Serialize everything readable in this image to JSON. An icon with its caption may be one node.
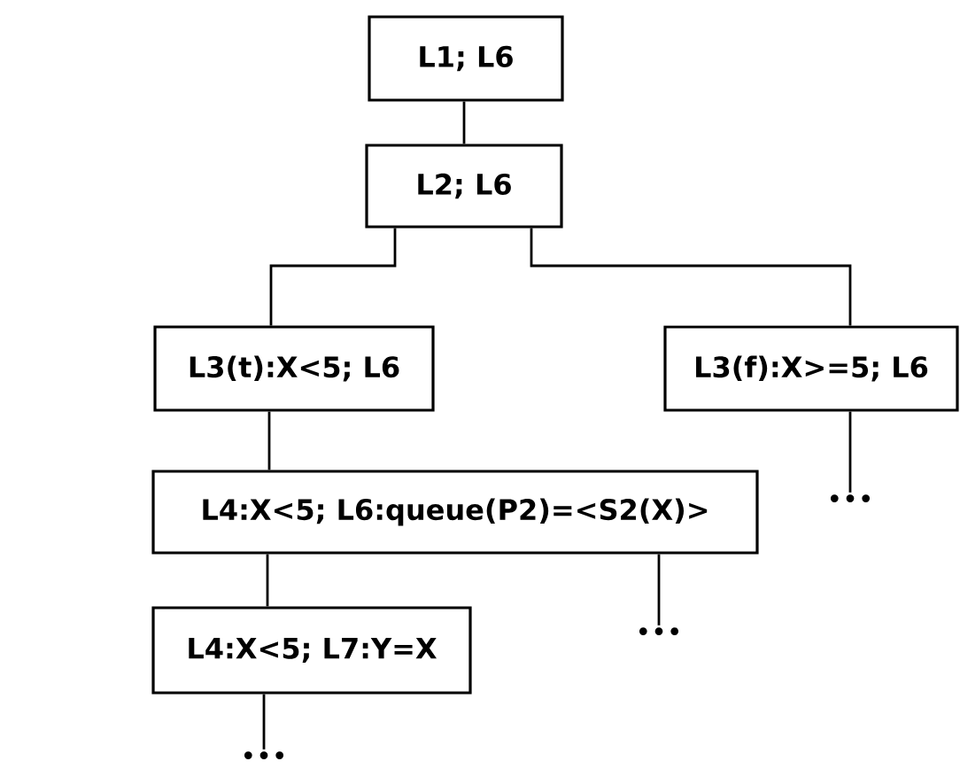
{
  "diagram": {
    "nodes": [
      {
        "text": [
          "L1; L6"
        ]
      },
      {
        "text": [
          "L2; L6"
        ]
      },
      {
        "text": [
          "L3(t):X<5; L6"
        ]
      },
      {
        "text": [
          "L3(f):X>=5; L6"
        ]
      },
      {
        "text": [
          "L4:X<5; L6:queue(P2)=<S2(X)>"
        ]
      },
      {
        "text": [
          "L4:X<5; L7:Y=X"
        ]
      },
      {
        "text": [
          "•••"
        ]
      },
      {
        "text": [
          "•••"
        ]
      },
      {
        "text": [
          "•••"
        ]
      }
    ],
    "edges": [
      {
        "from": 0,
        "to": 1,
        "arrow": "none"
      },
      {
        "from": 1,
        "to": 2,
        "arrow": "none"
      },
      {
        "from": 1,
        "to": 3,
        "arrow": "none"
      },
      {
        "from": 2,
        "to": 4,
        "arrow": "none"
      },
      {
        "from": 4,
        "to": 5,
        "arrow": "none"
      },
      {
        "from": 3,
        "to": 6,
        "arrow": "none"
      },
      {
        "from": 4,
        "to": 7,
        "arrow": "none"
      },
      {
        "from": 5,
        "to": 8,
        "arrow": "none"
      }
    ]
  }
}
